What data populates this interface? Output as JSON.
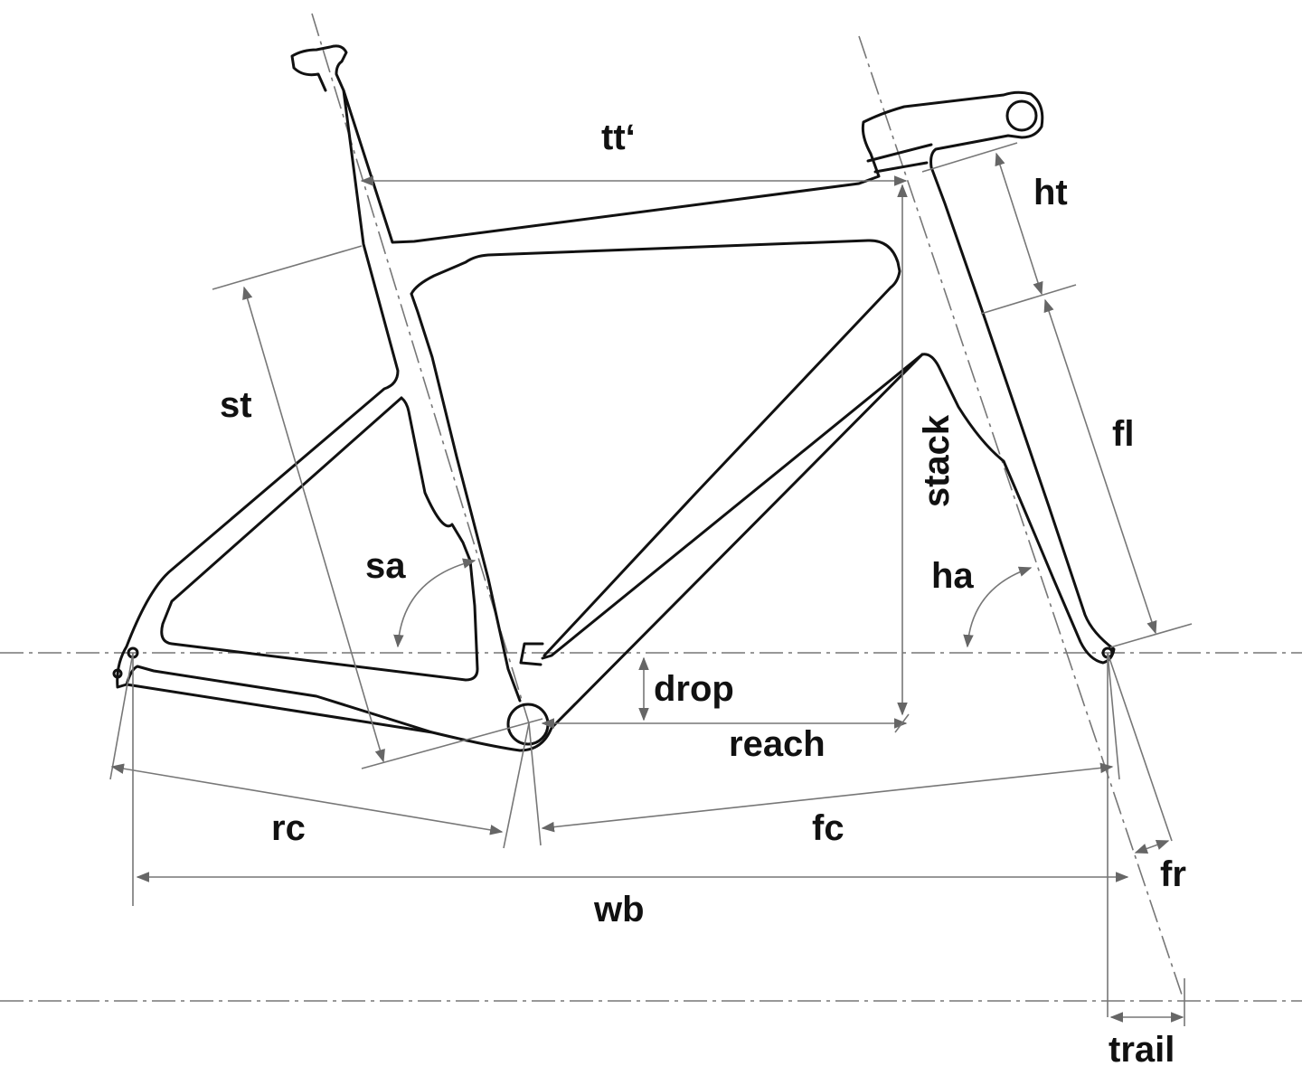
{
  "labels": {
    "top_tube": "tt‘",
    "head_tube": "ht",
    "seat_tube": "st",
    "stack": "stack",
    "fork_length": "fl",
    "seat_angle": "sa",
    "head_angle": "ha",
    "drop": "drop",
    "reach": "reach",
    "rear_center": "rc",
    "front_center": "fc",
    "fork_rake": "fr",
    "wheelbase": "wb",
    "trail": "trail"
  },
  "colors": {
    "frame": "#111111",
    "dimension": "#777777"
  }
}
